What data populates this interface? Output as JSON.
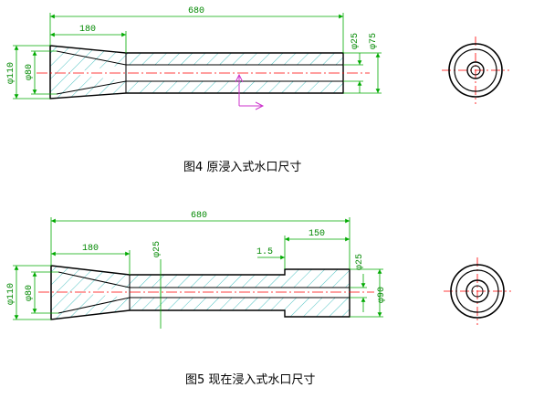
{
  "figure4": {
    "caption": "图4  原浸入式水口尺寸",
    "dim_total": "680",
    "dim_cone": "180",
    "dim_outer_left": "φ110",
    "dim_inner_left": "φ80",
    "dim_bore_right": "φ25",
    "dim_outer_right": "φ75"
  },
  "figure5": {
    "caption": "图5  现在浸入式水口尺寸",
    "dim_total": "680",
    "dim_cone": "180",
    "dim_bore": "φ25",
    "dim_step_gap": "1.5",
    "dim_step_len": "150",
    "dim_outer_left": "φ110",
    "dim_inner_left": "φ80",
    "dim_bore_right": "φ25",
    "dim_outer_right": "φ90"
  },
  "colors": {
    "outline": "#000000",
    "dimension": "#00aa00",
    "hatch": "#4fc3c3",
    "centerline": "#ff0000",
    "axis": "#cc33cc"
  }
}
